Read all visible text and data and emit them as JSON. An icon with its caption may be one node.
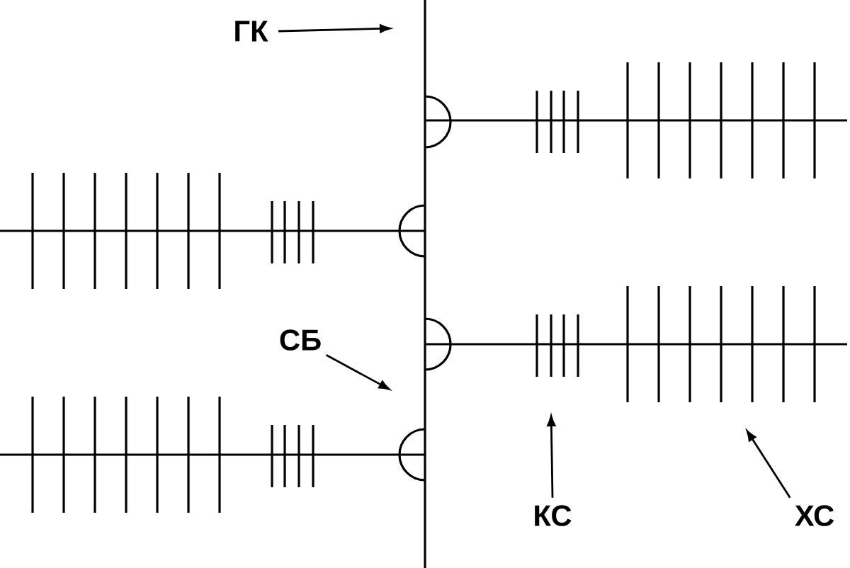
{
  "diagram": {
    "nodes": [
      {
        "text": [
          "ГК"
        ]
      },
      {
        "text": [
          "СБ"
        ]
      },
      {
        "text": [
          "КС"
        ]
      },
      {
        "text": [
          "ХС"
        ]
      }
    ],
    "edges": [
      {
        "from": 0,
        "to": null,
        "arrow": "to"
      },
      {
        "from": 1,
        "to": null,
        "arrow": "to"
      },
      {
        "from": 2,
        "to": null,
        "arrow": "to"
      },
      {
        "from": 3,
        "to": null,
        "arrow": "to"
      }
    ]
  }
}
